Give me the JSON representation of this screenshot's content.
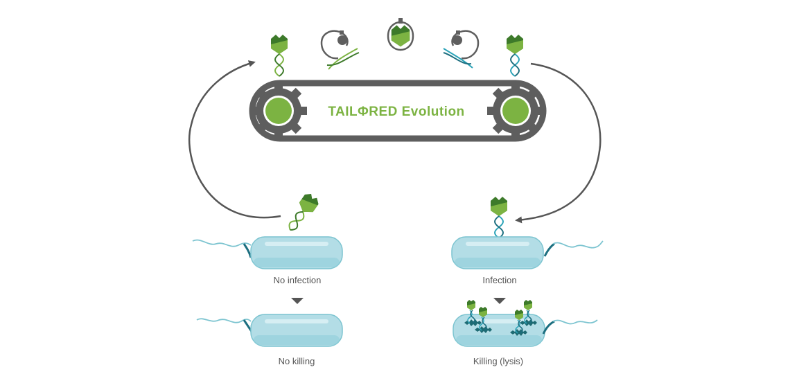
{
  "diagram": {
    "title": "TAILΦRED Evolution",
    "left": {
      "state_label": "No infection",
      "result_label": "No killing"
    },
    "right": {
      "state_label": "Infection",
      "result_label": "Killing (lysis)"
    }
  },
  "colors": {
    "belt": "#5e5e5e",
    "phage_green": "#7cb342",
    "phage_dark_green": "#3d7a2a",
    "dna_teal": "#2ba3b8",
    "bacterium_fill": "#b3dde6",
    "bacterium_stroke": "#7cc4d0",
    "arrow": "#555555"
  }
}
